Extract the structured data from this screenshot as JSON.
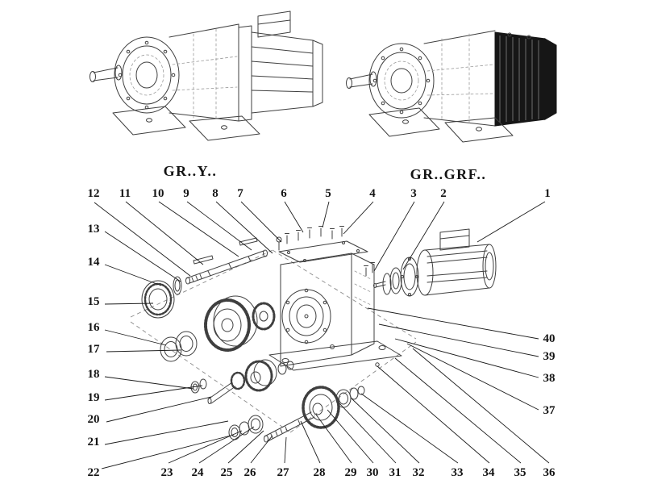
{
  "labels": {
    "gry": "GR..Y..",
    "grgrf": "GR..GRF.."
  },
  "callouts": [
    "1",
    "2",
    "3",
    "4",
    "5",
    "6",
    "7",
    "8",
    "9",
    "10",
    "11",
    "12",
    "13",
    "14",
    "15",
    "16",
    "17",
    "18",
    "19",
    "20",
    "21",
    "22",
    "23",
    "24",
    "25",
    "26",
    "27",
    "28",
    "29",
    "30",
    "31",
    "32",
    "33",
    "34",
    "35",
    "36",
    "37",
    "38",
    "39",
    "40"
  ]
}
